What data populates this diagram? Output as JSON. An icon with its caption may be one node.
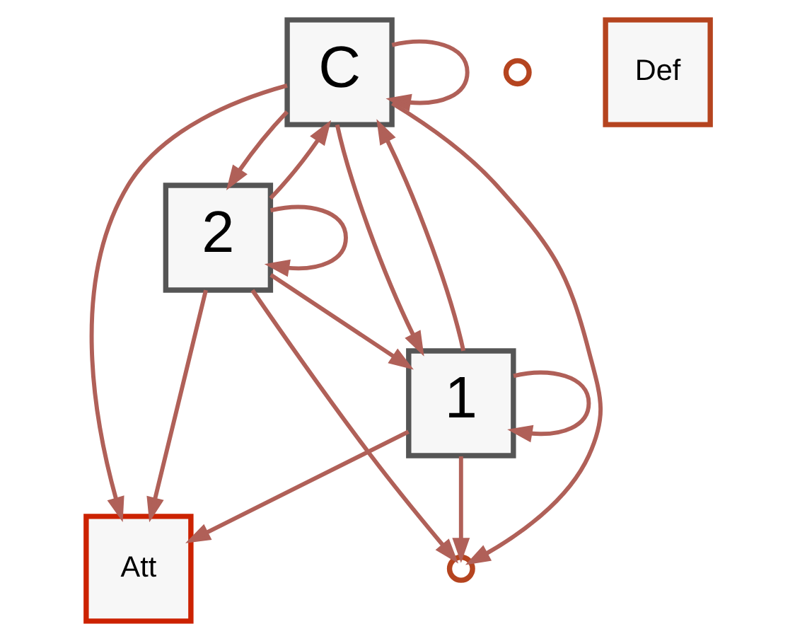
{
  "diagram": {
    "nodes": [
      {
        "text": [
          "C"
        ]
      },
      {
        "text": [
          "1"
        ]
      },
      {
        "text": [
          "2"
        ]
      },
      {
        "text": [
          "Att"
        ]
      },
      {
        "text": [],
        "shape": "circle"
      },
      {
        "text": [],
        "shape": "circle"
      },
      {
        "text": [
          "Def"
        ]
      }
    ],
    "edges": [
      {
        "from": 0,
        "to": 1,
        "arrow": "to"
      },
      {
        "from": 0,
        "to": 2,
        "arrow": "to"
      },
      {
        "from": 0,
        "to": 4,
        "arrow": "to"
      },
      {
        "from": 0,
        "to": 3,
        "arrow": "to"
      },
      {
        "from": 0,
        "to": 0,
        "arrow": "to"
      },
      {
        "from": 1,
        "to": 1,
        "arrow": "to"
      },
      {
        "from": 1,
        "to": 3,
        "arrow": "to"
      },
      {
        "from": 1,
        "to": 4,
        "arrow": "to"
      },
      {
        "from": 1,
        "to": 0,
        "arrow": "to"
      },
      {
        "from": 2,
        "to": 2,
        "arrow": "to"
      },
      {
        "from": 2,
        "to": 3,
        "arrow": "to"
      },
      {
        "from": 2,
        "to": 4,
        "arrow": "to"
      },
      {
        "from": 2,
        "to": 1,
        "arrow": "to"
      },
      {
        "from": 2,
        "to": 0,
        "arrow": "to"
      }
    ]
  }
}
